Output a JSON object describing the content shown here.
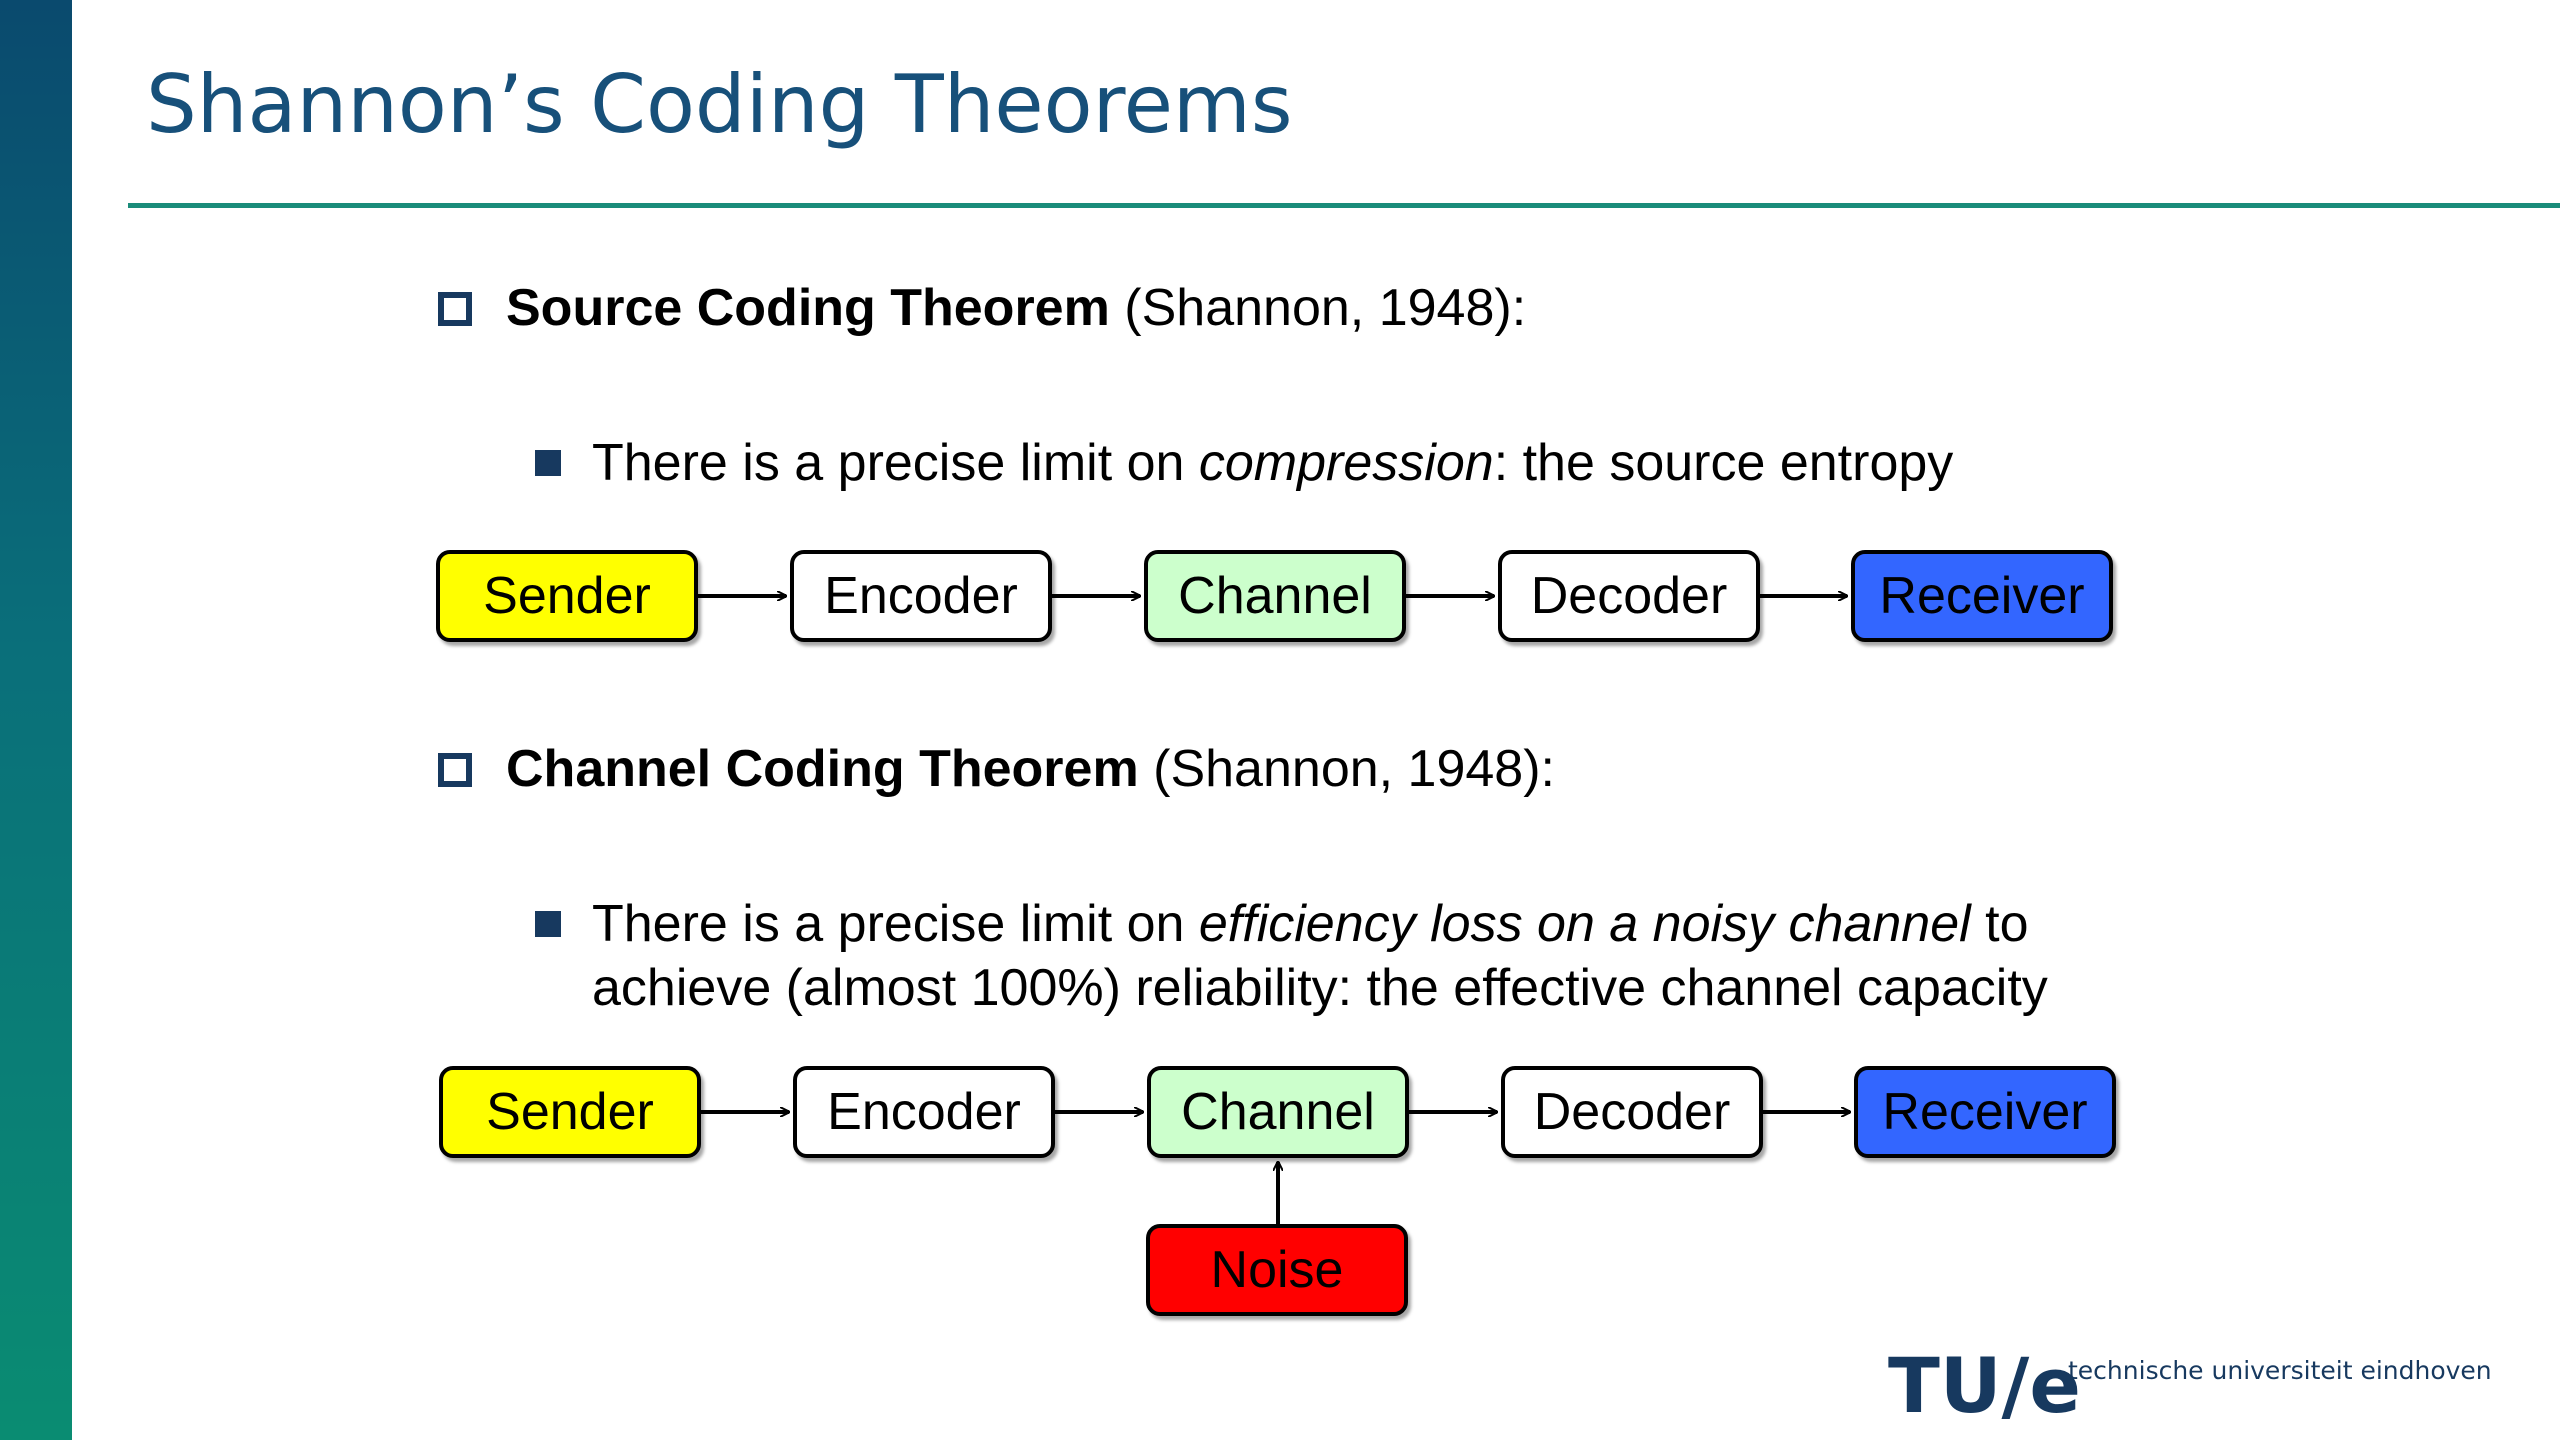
{
  "slide": {
    "title": "Shannon’s Coding Theorems"
  },
  "source": {
    "heading_bold": "Source Coding Theorem",
    "heading_rest": " (Shannon, 1948):",
    "sub_pre": "There is a precise limit on ",
    "sub_ital": "compression",
    "sub_post": ": the source entropy"
  },
  "channel": {
    "heading_bold": "Channel Coding Theorem",
    "heading_rest": " (Shannon, 1948):",
    "sub_pre": "There is a precise limit on ",
    "sub_ital": "efficiency loss on a noisy channel",
    "sub_post": " to",
    "sub_line2": "achieve (almost 100%) reliability: the effective channel capacity"
  },
  "diagram1": {
    "sender": "Sender",
    "encoder": "Encoder",
    "channel": "Channel",
    "decoder": "Decoder",
    "receiver": "Receiver"
  },
  "diagram2": {
    "sender": "Sender",
    "encoder": "Encoder",
    "channel": "Channel",
    "decoder": "Decoder",
    "receiver": "Receiver",
    "noise": "Noise"
  },
  "colors": {
    "sender": "#ffff00",
    "channel": "#ccffcc",
    "receiver": "#3366ff",
    "noise": "#ff0000",
    "title": "#17507a",
    "accent_rule": "#1a8c7a"
  },
  "footer": {
    "logo_mark": "TU/e",
    "logo_text": "technische universiteit eindhoven"
  }
}
